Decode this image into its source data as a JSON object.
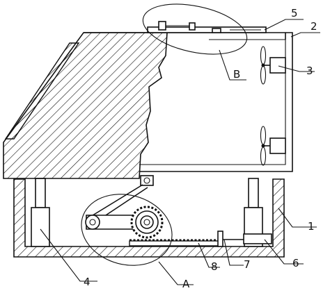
{
  "figure": {
    "labels": {
      "l1": "1",
      "l2": "2",
      "l3": "3",
      "l4": "4",
      "l5": "5",
      "l6": "6",
      "l7": "7",
      "l8": "8",
      "lA": "A",
      "lB": "B"
    }
  }
}
